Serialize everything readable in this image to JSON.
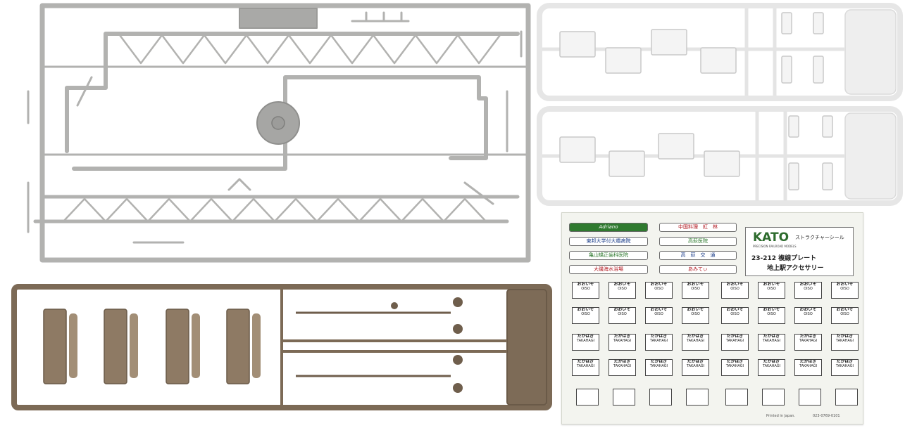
{
  "decal_sheet": {
    "plates_left": [
      {
        "text": "Adriano",
        "color": "#2f7a2f"
      },
      {
        "text": "東邦大学付大橋病院",
        "color": "#1d3f8a"
      },
      {
        "text": "亀山矯正歯科医院",
        "color": "#2f7a2f"
      },
      {
        "text": "大磯海水浴場",
        "color": "#b1171f"
      }
    ],
    "plates_right": [
      {
        "text": "中国料理　紅　林",
        "color": "#b1171f"
      },
      {
        "text": "高萩医院",
        "color": "#2f7a2f"
      },
      {
        "text": "高　萩　交　通",
        "color": "#1d3f8a"
      },
      {
        "text": "あみてぃ",
        "color": "#b1171f"
      }
    ],
    "brand": "KATO",
    "brand_sub": "PRECISION RAILROAD MODELS",
    "series": "ストラクチャーシール",
    "product": "23-212 複線プレート",
    "product_line2": "地上駅アクセサリー",
    "station_rows": [
      {
        "kana": "おおいそ",
        "roman": "OISO"
      },
      {
        "kana": "おおいそ",
        "roman": "OISO"
      },
      {
        "kana": "たかはぎ",
        "roman": "TAKAHAGI"
      },
      {
        "kana": "たかはぎ",
        "roman": "TAKAHAGI"
      }
    ],
    "footer_left": "Printed in Japan.",
    "footer_right": "023-0769-0101"
  },
  "colors": {
    "gray_sprue": "#b3b3b1",
    "white_sprue": "#ececec",
    "brown_sprue": "#806e5a",
    "sheet_bg": "#f3f4ef"
  }
}
